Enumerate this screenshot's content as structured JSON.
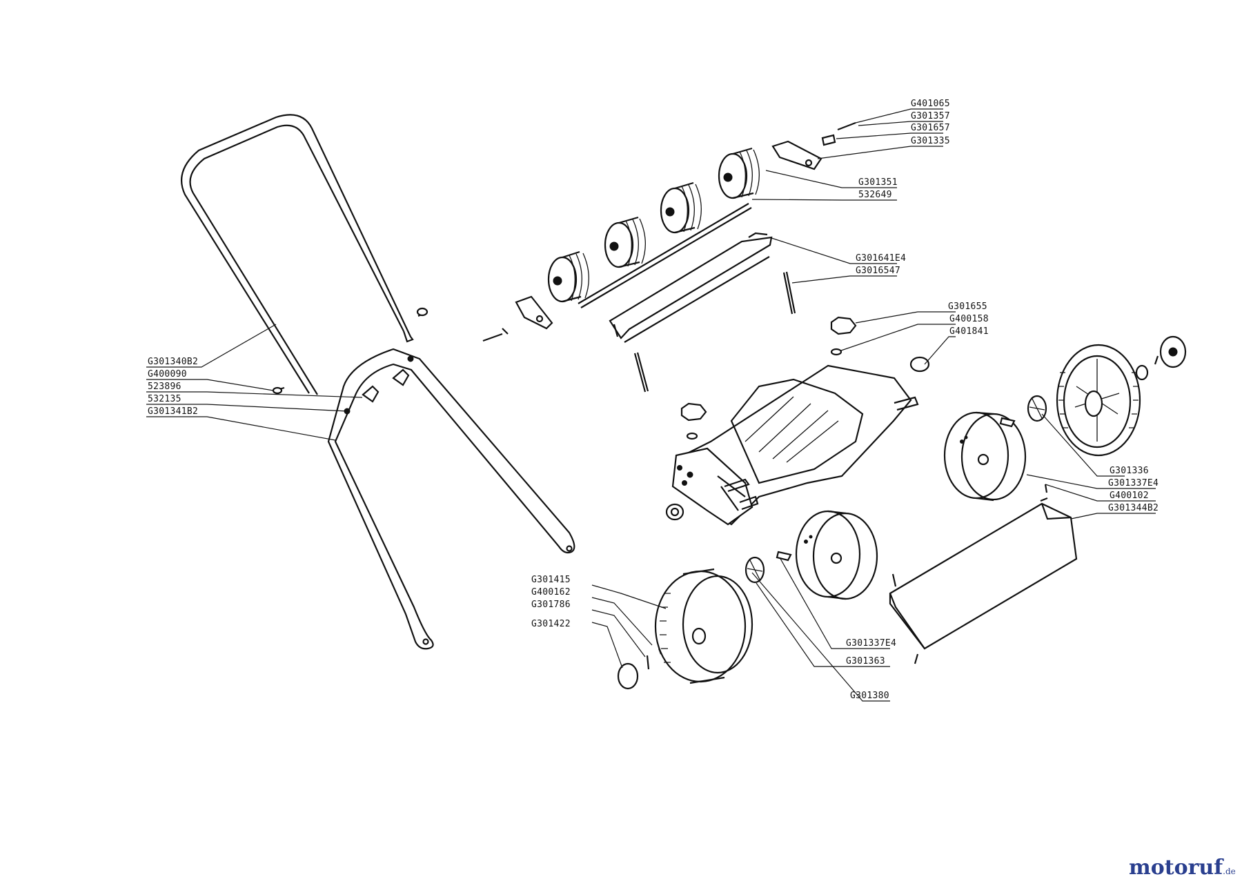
{
  "diagram": {
    "part_numbers": [
      "G401065",
      "G301357",
      "G301657",
      "G301335",
      "G301351",
      "532649",
      "G301641E4",
      "G3016547",
      "G301655",
      "G400158",
      "G401841",
      "G301340B2",
      "G400090",
      "523896",
      "532135",
      "G301341B2",
      "G301336",
      "G301337E4",
      "G400102",
      "G301344B2",
      "G301415",
      "G400162",
      "G301786",
      "G301422",
      "G301337E4",
      "G301363",
      "G301380"
    ]
  },
  "watermark": {
    "main": "motoruf",
    "domain": ".de",
    "colors": {
      "blue": "#2a3f8f",
      "red": "#c0392b"
    }
  }
}
